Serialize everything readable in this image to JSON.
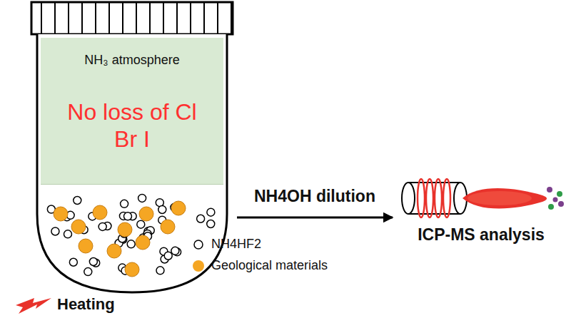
{
  "diagram": {
    "nodes": [
      {
        "text": [
          "NH₃ atmosphere",
          "No loss of Cl Br I"
        ]
      },
      {
        "text": [
          "ICP-MS analysis"
        ]
      }
    ],
    "edges": [
      {
        "from": 0,
        "to": 1,
        "label": "NH4OH dilution",
        "arrow": "to"
      }
    ],
    "labels": [
      "Heating"
    ],
    "legend": [
      {
        "text": "NH4HF2"
      },
      {
        "text": "Geological materials",
        "color": "#f5a623"
      }
    ]
  }
}
